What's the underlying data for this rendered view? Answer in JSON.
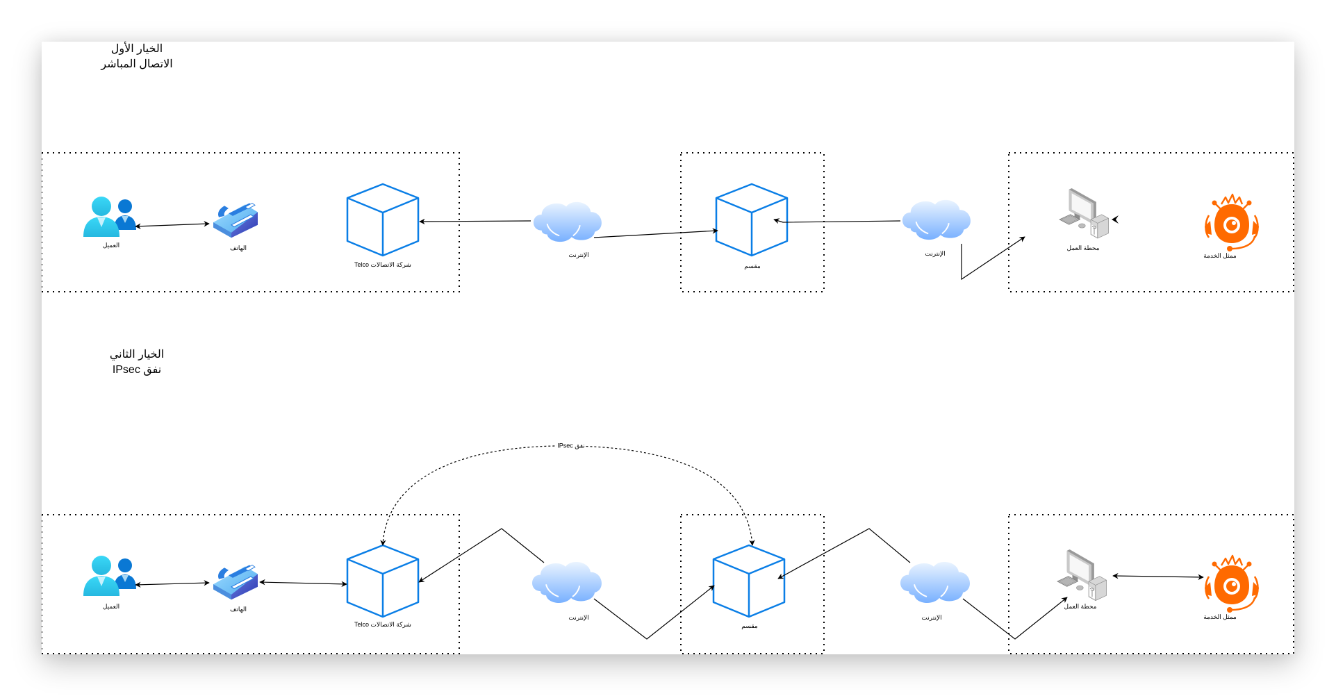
{
  "diagram": {
    "options": [
      {
        "title_line1": "الخيار الأول",
        "title_line2": "الاتصال المباشر",
        "nodes": {
          "customer": "العميل",
          "phone": "الهاتف",
          "telco": "شركة الاتصالات Telco",
          "internet_1": "الإنترنت",
          "splitter": "مقسم",
          "internet_2": "الإنترنت",
          "workstation": "محطة العمل",
          "agent": "ممثل الخدمة"
        }
      },
      {
        "title_line1": "الخيار الثاني",
        "title_line2": "نفق IPsec",
        "tunnel_label": "نفق IPsec",
        "nodes": {
          "customer": "العميل",
          "phone": "الهاتف",
          "telco": "شركة الاتصالات Telco",
          "internet_1": "الإنترنت",
          "splitter": "مقسم",
          "internet_2": "الإنترنت",
          "workstation": "محطة العمل",
          "agent": "ممثل الخدمة"
        }
      }
    ],
    "colors": {
      "cube_stroke": "#0a7ee6",
      "agent_orange": "#ff6a00",
      "cloud_top": "#e6f1ff",
      "cloud_bottom": "#7db4ff",
      "person_light": "#35d1f5",
      "person_dark": "#0a78d4"
    }
  }
}
